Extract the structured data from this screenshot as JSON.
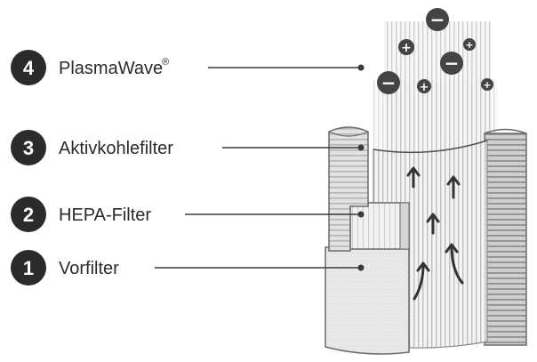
{
  "labels": [
    {
      "number": "4",
      "text": "PlasmaWave",
      "superscript": "®"
    },
    {
      "number": "3",
      "text": "Aktivkohlefilter"
    },
    {
      "number": "2",
      "text": "HEPA-Filter"
    },
    {
      "number": "1",
      "text": "Vorfilter"
    }
  ],
  "ions": {
    "plus": "+",
    "minus": "−"
  },
  "colors": {
    "badge": "#2b2b2b",
    "line": "#3a3a3a",
    "ink": "#2a2a2a",
    "frame": "#6a6a6a",
    "ion": "#444444"
  },
  "icons": {
    "airflow": "arrow-up-icon",
    "badge": "number-circle"
  }
}
